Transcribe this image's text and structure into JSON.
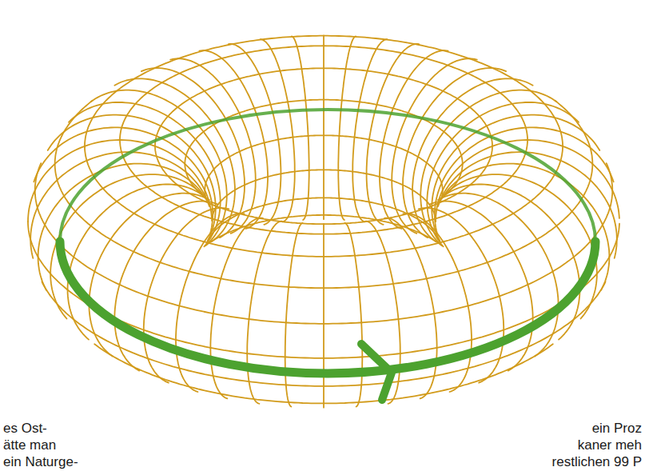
{
  "diagram": {
    "labels": [
      "es Ost-",
      "ätte man",
      "ein Naturge-",
      "ein Proz",
      "kaner meh",
      "restlichen 99 P"
    ]
  }
}
